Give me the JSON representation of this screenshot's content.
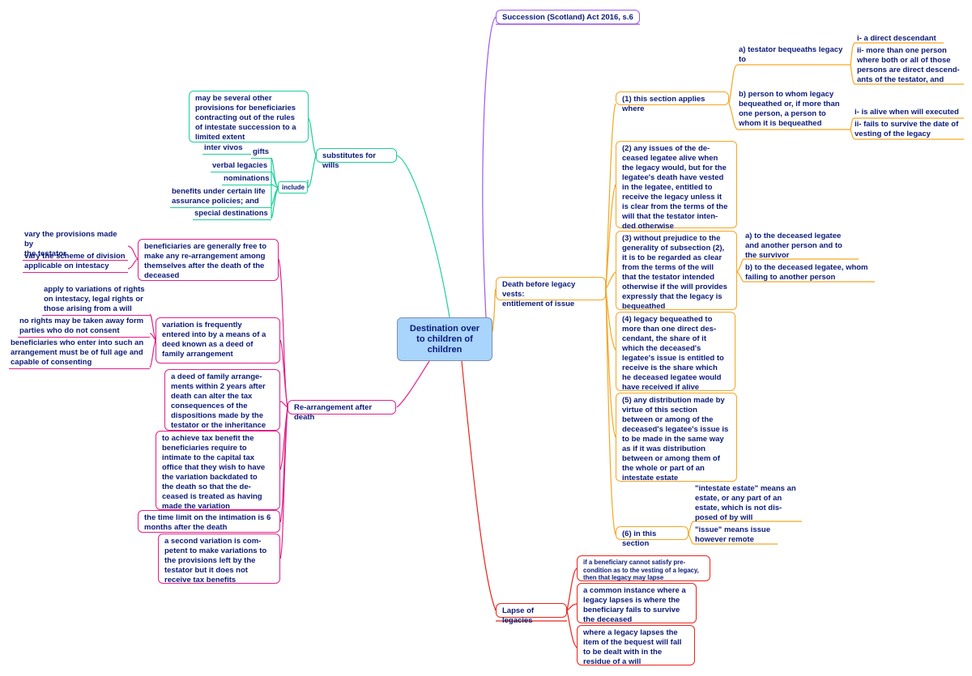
{
  "colors": {
    "purple": "#9b59f0",
    "teal": "#1dcf9a",
    "pink": "#e0218a",
    "orange": "#f5a623",
    "red": "#e8251c",
    "root_fill": "#a9d4fb",
    "text": "#0b1a78"
  },
  "root": "Destination over\nto children of\nchildren",
  "succession": "Succession (Scotland) Act 2016, s.6",
  "substitutes": {
    "label": "substitutes for wills",
    "note": "may be several other\nprovisions for beneficiaries\ncontracting out of the rules\nof intestate succession to a\nlimited extent",
    "include": "include",
    "inter_vivos": "inter vivos",
    "gifts": "gifts",
    "verbal": "verbal legacies",
    "nominations": "nominations",
    "life": "benefits under certain life\nassurance policies; and",
    "special": "special destinations"
  },
  "rearrangement": {
    "label": "Re-arrangement after death",
    "free": "beneficiaries are generally free to\nmake any re-arrangement among\nthemselves after the death of the\ndeceased",
    "vary1": "vary the provisions made by\nthe testator",
    "vary2": "vary the scheme of division\napplicable on intestacy",
    "variation": "variation is frequently\nentered into by a means of a\ndeed known as a deed of\nfamily arrangement",
    "apply": "apply to variations of rights\non intestacy, legal rights or\nthose arising from a will",
    "no_rights": "no rights may be taken away form\nparties who do not consent",
    "benefs_age": "beneficiaries who enter into such an\narrangement must be of full age and\ncapable of consenting",
    "deed": "a deed of family arrange-\nments within 2 years after\ndeath can alter the tax\nconsequences of the\ndispositions made by the\ntestator or the inheritance",
    "tax": "to achieve tax benefit the\nbeneficiaries require to\nintimate to the capital tax\noffice that they wish to have\nthe variation backdated to\nthe death so that the de-\nceased is treated as having\nmade the variation",
    "time": "the time limit on the intimation is 6\nmonths after the death",
    "second": "a second variation is com-\npetent to make variations to\nthe provisions left by the\ntestator but it does not\nreceive tax benefits"
  },
  "death_before": {
    "label": "Death before legacy vests:\nentitlement of issue",
    "s1": "(1) this section applies where",
    "s1a": "a) testator bequeaths legacy\nto",
    "s1a_i": "i- a direct descendant",
    "s1a_ii": "ii- more than one person\nwhere both or all of those\npersons are direct descend-\nants of the testator, and",
    "s1b": "b) person to whom legacy\nbequeathed or, if more than\none person, a person to\nwhom it is bequeathed",
    "s1b_i": "i- is alive when will executed",
    "s1b_ii": "ii- fails to survive the date of\nvesting of the legacy",
    "s2": "(2) any issues of the de-\nceased legatee alive when\nthe legacy would, but for the\nlegatee's death have vested\nin the legatee, entitled to\nreceive the legacy unless it\nis clear from the terms of the\nwill that the testator inten-\nded otherwise",
    "s3": "(3) without prejudice to the\ngenerality of subsection (2),\nit is to be regarded as clear\nfrom the terms of the will\nthat the testator intended\notherwise if the will provides\nexpressly that the legacy is\nbequeathed",
    "s3a": "a) to the deceased legatee\nand another person and to\nthe survivor",
    "s3b": "b) to the deceased legatee, whom\nfailing to another person",
    "s4": "(4) legacy bequeathed to\nmore than one direct des-\ncendant, the share of it\nwhich the deceased's\nlegatee's issue is entitled to\nreceive is the share which\nhe deceased legatee would\nhave received if alive",
    "s5": "(5) any distribution made by\nvirtue of this section\nbetween or among of the\ndeceased's legatee's issue is\nto be made in the same way\nas if it was distribution\nbetween or among them of\nthe whole or part of an\nintestate estate",
    "s6": "(6) in this section",
    "s6a": "\"intestate estate\" means an\nestate, or any part of an\nestate, which is not dis-\nposed of by will",
    "s6b": "\"issue\" means issue\nhowever remote"
  },
  "lapse": {
    "label": "Lapse of legacies",
    "cond": "if a beneficiary cannot satisfy pre-\ncondition as to the vesting of a legacy,\nthen that legacy may lapse",
    "common": "a common instance where a\nlegacy lapses is where the\nbeneficiary fails to survive\nthe deceased",
    "residue": "where a legacy lapses the\nitem of the bequest will fall\nto be dealt with in the\nresidue of a will"
  }
}
